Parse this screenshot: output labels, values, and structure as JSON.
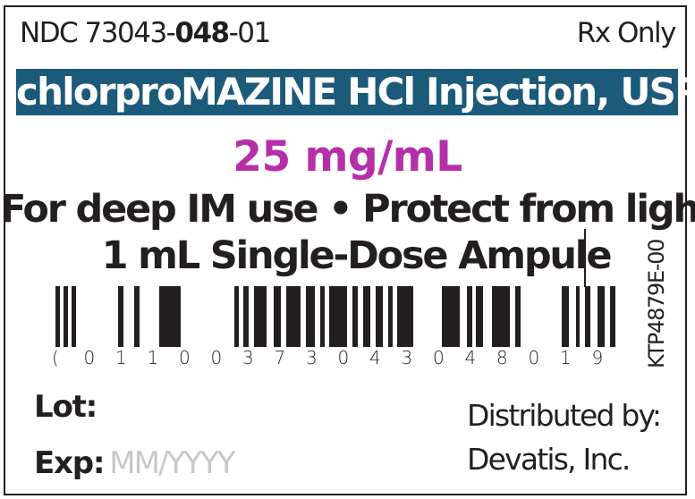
{
  "header": {
    "ndc_prefix": "NDC 73043-",
    "ndc_product": "048",
    "ndc_suffix": "-01",
    "rx": "Rx Only"
  },
  "product": {
    "name": "chlorproMAZINE HCl Injection, USP",
    "strength": "25 mg/mL",
    "use": "For deep IM use • Protect from light",
    "package": "1 mL Single-Dose Ampule"
  },
  "barcode": {
    "digits": [
      "(",
      "0",
      "1",
      "1",
      "0",
      "0",
      "3",
      "7",
      "3",
      "0",
      "4",
      "3",
      "0",
      "4",
      "8",
      "0",
      "1",
      "9"
    ]
  },
  "side_code": "KTP4879E-00",
  "lot": {
    "label": "Lot:"
  },
  "exp": {
    "label": "Exp:",
    "placeholder": "MM/YYYY"
  },
  "distributor": {
    "line1": "Distributed by:",
    "line2": "Devatis, Inc."
  },
  "colors": {
    "banner": "#1b5a79",
    "strength": "#b52fa8",
    "text": "#231f20"
  }
}
